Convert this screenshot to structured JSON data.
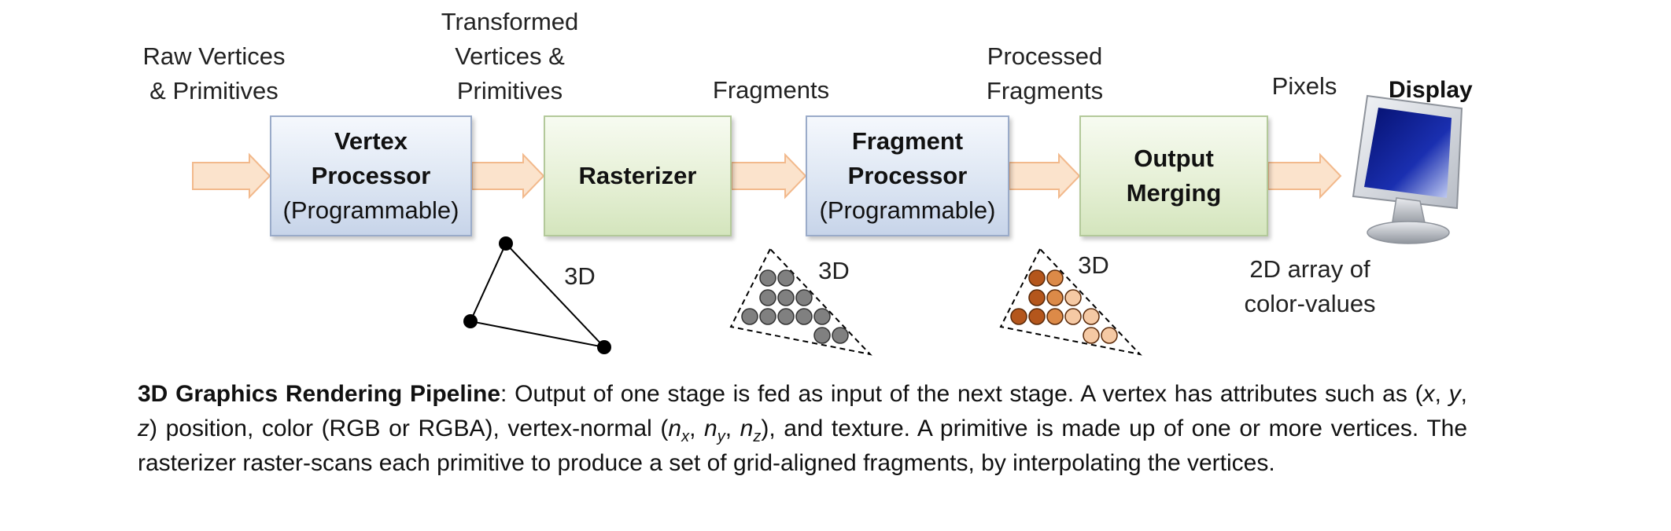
{
  "inputs": {
    "raw_line1": "Raw Vertices",
    "raw_line2": "& Primitives",
    "transformed_line1": "Transformed",
    "transformed_line2": "Vertices &",
    "transformed_line3": "Primitives",
    "fragments": "Fragments",
    "processed_line1": "Processed",
    "processed_line2": "Fragments",
    "pixels": "Pixels",
    "display": "Display"
  },
  "stages": {
    "vertex_line1": "Vertex",
    "vertex_line2": "Processor",
    "vertex_line3": "(Programmable)",
    "rasterizer": "Rasterizer",
    "fragment_line1": "Fragment",
    "fragment_line2": "Processor",
    "fragment_line3": "(Programmable)",
    "output_line1": "Output",
    "output_line2": "Merging"
  },
  "annotations": {
    "three_d_a": "3D",
    "three_d_b": "3D",
    "three_d_c": "3D",
    "array_line1": "2D array of",
    "array_line2": "color-values"
  },
  "caption": {
    "title": "3D Graphics Rendering Pipeline",
    "p1": ": Output of one stage is fed as input of the next stage. A vertex has attributes such as (",
    "x": "x",
    "c1": ", ",
    "y": "y",
    "c2": ", ",
    "z": "z",
    "p2": ") position, color (RGB or RGBA), vertex-normal (",
    "n1": "n",
    "s1": "x",
    "c3": ", ",
    "n2": "n",
    "s2": "y",
    "c4": ", ",
    "n3": "n",
    "s3": "z",
    "p3": "), and texture. A primitive is made up of one or more vertices. The rasterizer raster-scans each primitive to produce a set of grid-aligned fragments, by interpolating the vertices."
  },
  "colors": {
    "arrow_fill": "#fbe3cc",
    "arrow_stroke": "#f2b98c",
    "fragment_dark": "#808080",
    "output_dark": "#b4561c",
    "output_mid": "#dc8a48",
    "output_light": "#f5c9a4",
    "screen": "#0c1a8a"
  }
}
